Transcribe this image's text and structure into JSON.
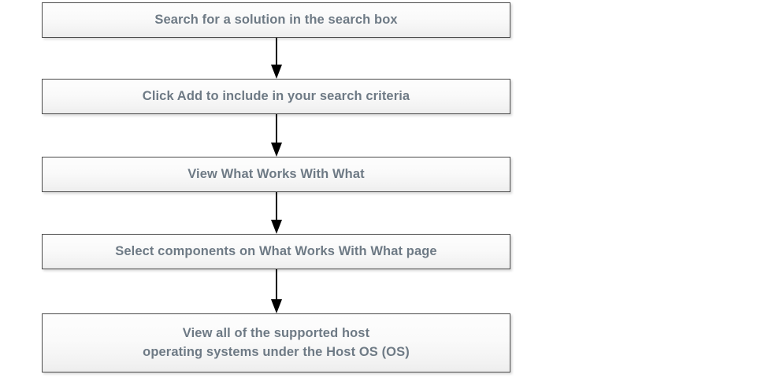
{
  "diagram": {
    "type": "flowchart",
    "orientation": "vertical",
    "background_color": "#ffffff",
    "node_fill_top": "#fdfdfd",
    "node_fill_bottom": "#ededed",
    "node_border_color": "#4b4b4b",
    "node_text_color": "#6e7a85",
    "connector_color": "#000000",
    "nodes": [
      {
        "id": "step-1",
        "label": "Search for a solution in the search box"
      },
      {
        "id": "step-2",
        "label": "Click Add to include in your search criteria"
      },
      {
        "id": "step-3",
        "label": "View What Works With What"
      },
      {
        "id": "step-4",
        "label": "Select components on What Works With What page"
      },
      {
        "id": "step-5",
        "label": "View all of the supported host\noperating systems under the Host OS (OS)"
      }
    ],
    "connectors": [
      {
        "id": "arrow-1",
        "from": "step-1",
        "to": "step-2",
        "shape": "down-arrow"
      },
      {
        "id": "arrow-2",
        "from": "step-2",
        "to": "step-3",
        "shape": "down-arrow"
      },
      {
        "id": "arrow-3",
        "from": "step-3",
        "to": "step-4",
        "shape": "down-arrow"
      },
      {
        "id": "arrow-4",
        "from": "step-4",
        "to": "step-5",
        "shape": "down-arrow"
      }
    ]
  }
}
